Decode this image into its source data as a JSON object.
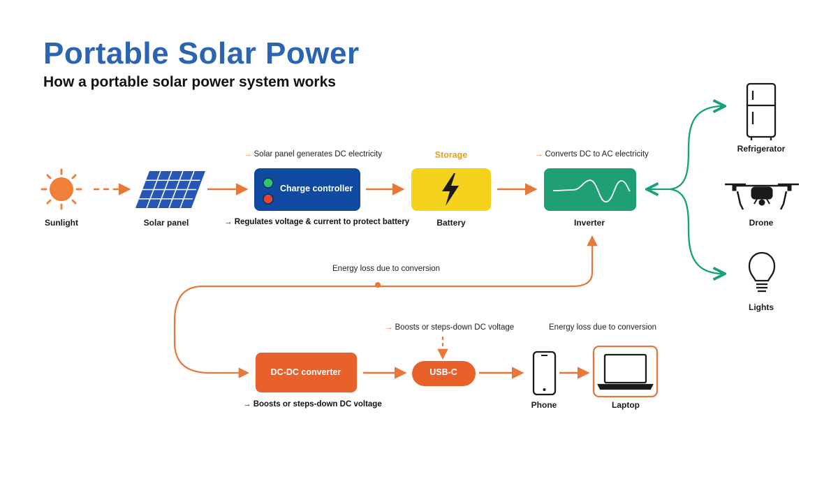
{
  "title": "Portable Solar Power",
  "subtitle": "How a portable solar power system works",
  "colors": {
    "title_blue": "#2a64b2",
    "flow_orange": "#e8773a",
    "controller_blue": "#0f4aa0",
    "battery_yellow": "#f5d21c",
    "inverter_green": "#1ea072",
    "ac_green": "#17a07a",
    "converter_orange": "#e8612a"
  },
  "nodes": {
    "sunlight": {
      "label": "Sunlight",
      "icon": "sun-icon"
    },
    "solar_panel": {
      "label": "Solar panel",
      "icon": "solar-panel-icon"
    },
    "charge_controller": {
      "label": "Charge controller",
      "icon": "indicator-lights-icon"
    },
    "battery": {
      "label": "Battery",
      "icon": "lightning-bolt-icon",
      "header": "Storage"
    },
    "inverter": {
      "label": "Inverter",
      "icon": "sine-wave-icon"
    },
    "refrigerator": {
      "label": "Refrigerator",
      "icon": "refrigerator-icon"
    },
    "drone": {
      "label": "Drone",
      "icon": "drone-icon"
    },
    "lights": {
      "label": "Lights",
      "icon": "light-bulb-icon"
    },
    "dc_dc_converter": {
      "label": "DC-DC converter"
    },
    "usb_c": {
      "label": "USB-C"
    },
    "phone": {
      "label": "Phone",
      "icon": "phone-icon"
    },
    "laptop": {
      "label": "Laptop",
      "icon": "laptop-icon"
    }
  },
  "notes": {
    "panel_generates": "Solar panel generates DC electricity",
    "regulates": "Regulates voltage & current to protect battery",
    "converts": "Converts DC to AC electricity",
    "energy_loss_top": "Energy loss due to conversion",
    "boosts_top": "Boosts or steps-down DC voltage",
    "energy_loss_right": "Energy loss due to conversion",
    "boosts_bottom": "Boosts or steps-down DC voltage"
  },
  "arrow_glyph": "→"
}
